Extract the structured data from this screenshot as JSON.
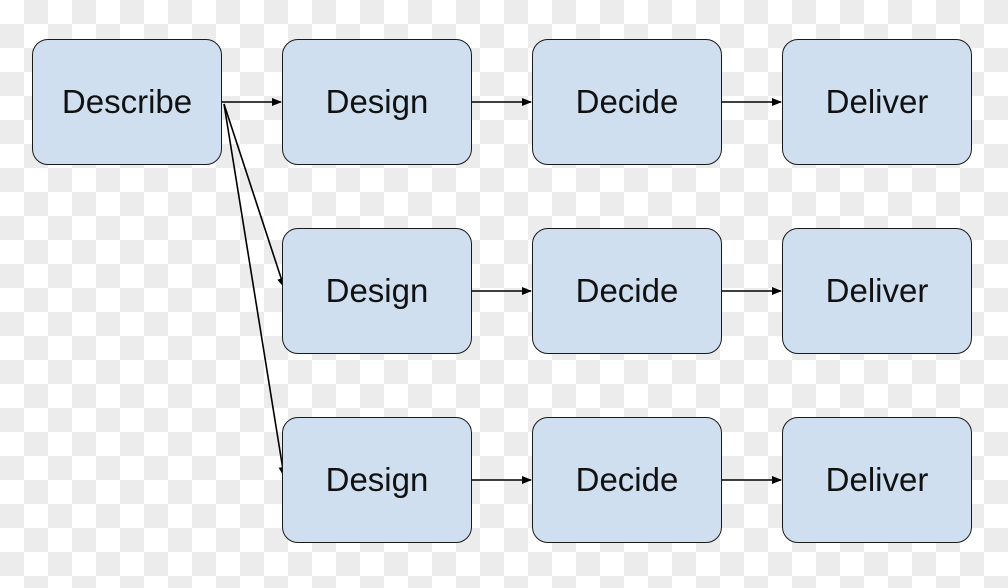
{
  "colors": {
    "node_fill": "#cfdff0",
    "node_border": "#1a1a1a",
    "arrow": "#000000"
  },
  "nodes": {
    "describe": {
      "label": "Describe"
    },
    "row1": {
      "design": "Design",
      "decide": "Decide",
      "deliver": "Deliver"
    },
    "row2": {
      "design": "Design",
      "decide": "Decide",
      "deliver": "Deliver"
    },
    "row3": {
      "design": "Design",
      "decide": "Decide",
      "deliver": "Deliver"
    }
  },
  "edges": [
    {
      "from": "describe",
      "to": "row1.design"
    },
    {
      "from": "describe",
      "to": "row2.design"
    },
    {
      "from": "describe",
      "to": "row3.design"
    },
    {
      "from": "row1.design",
      "to": "row1.decide"
    },
    {
      "from": "row1.decide",
      "to": "row1.deliver"
    },
    {
      "from": "row2.design",
      "to": "row2.decide"
    },
    {
      "from": "row2.decide",
      "to": "row2.deliver"
    },
    {
      "from": "row3.design",
      "to": "row3.decide"
    },
    {
      "from": "row3.decide",
      "to": "row3.deliver"
    }
  ]
}
